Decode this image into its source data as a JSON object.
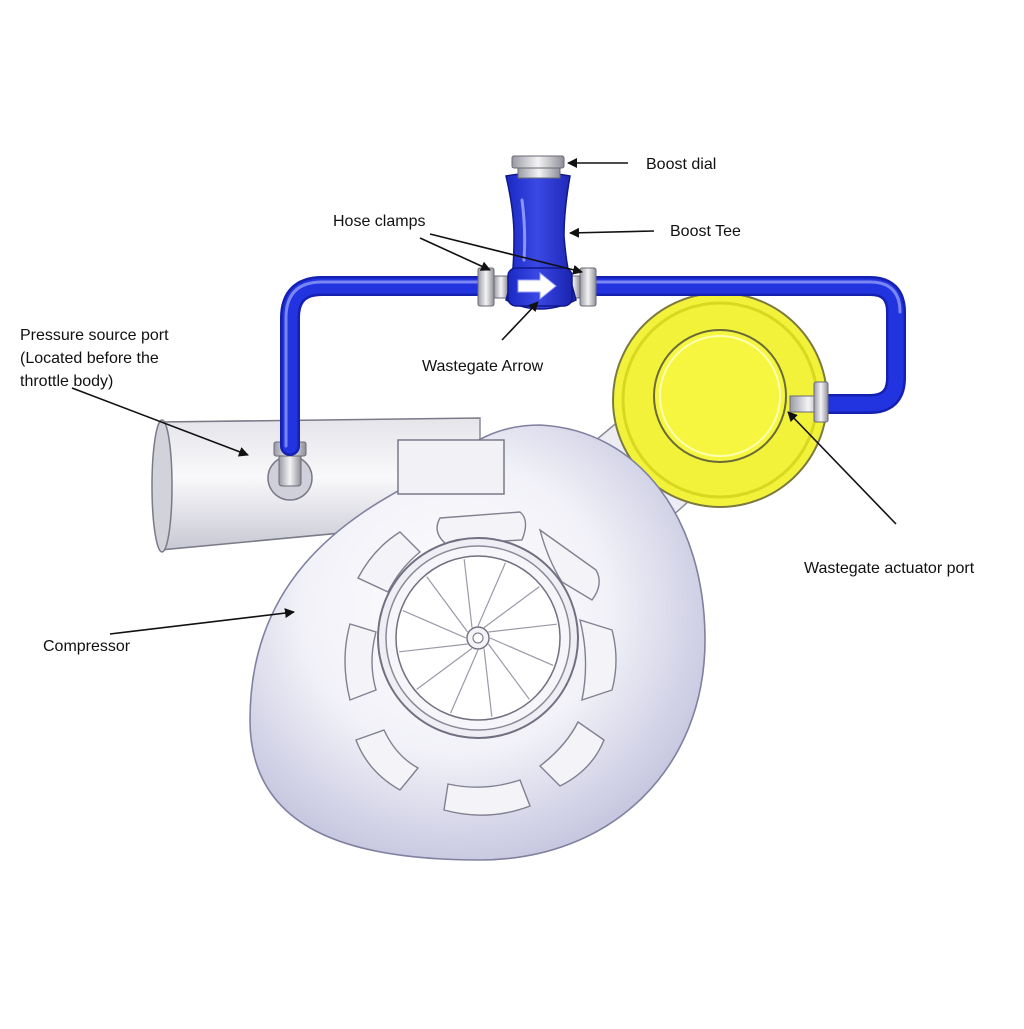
{
  "labels": {
    "boost_dial": "Boost dial",
    "boost_tee": "Boost Tee",
    "hose_clamps": "Hose clamps",
    "wastegate_arrow": "Wastegate Arrow",
    "pressure_source_port": [
      "Pressure source port",
      "(Located before the",
      "throttle body)"
    ],
    "wastegate_actuator_port": "Wastegate actuator port",
    "compressor": "Compressor"
  },
  "colors": {
    "hose": "#1f2fd6",
    "hose_highlight": "#6f7cf2",
    "actuator_fill": "#f2f23a",
    "housing": "#eeeef6",
    "housing_shadow": "#c9c9e3",
    "line": "#6a6a78"
  }
}
